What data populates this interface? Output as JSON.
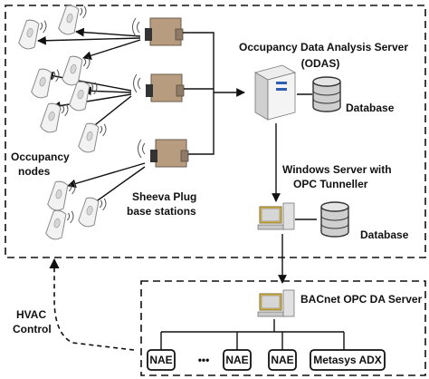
{
  "labels": {
    "odas_line1": "Occupancy Data Analysis Server",
    "odas_line2": "(ODAS)",
    "database_top": "Database",
    "windows_line1": "Windows Server with",
    "windows_line2": "OPC Tunneller",
    "database_mid": "Database",
    "occupancy_line1": "Occupancy",
    "occupancy_line2": "nodes",
    "sheeva_line1": "Sheeva Plug",
    "sheeva_line2": "base stations",
    "hvac_line1": "HVAC",
    "hvac_line2": "Control",
    "bacnet": "BACnet OPC DA Server"
  },
  "controllers": {
    "nae1": "NAE",
    "ellipsis": "•••",
    "nae2": "NAE",
    "nae3": "NAE",
    "metasys": "Metasys ADX"
  }
}
